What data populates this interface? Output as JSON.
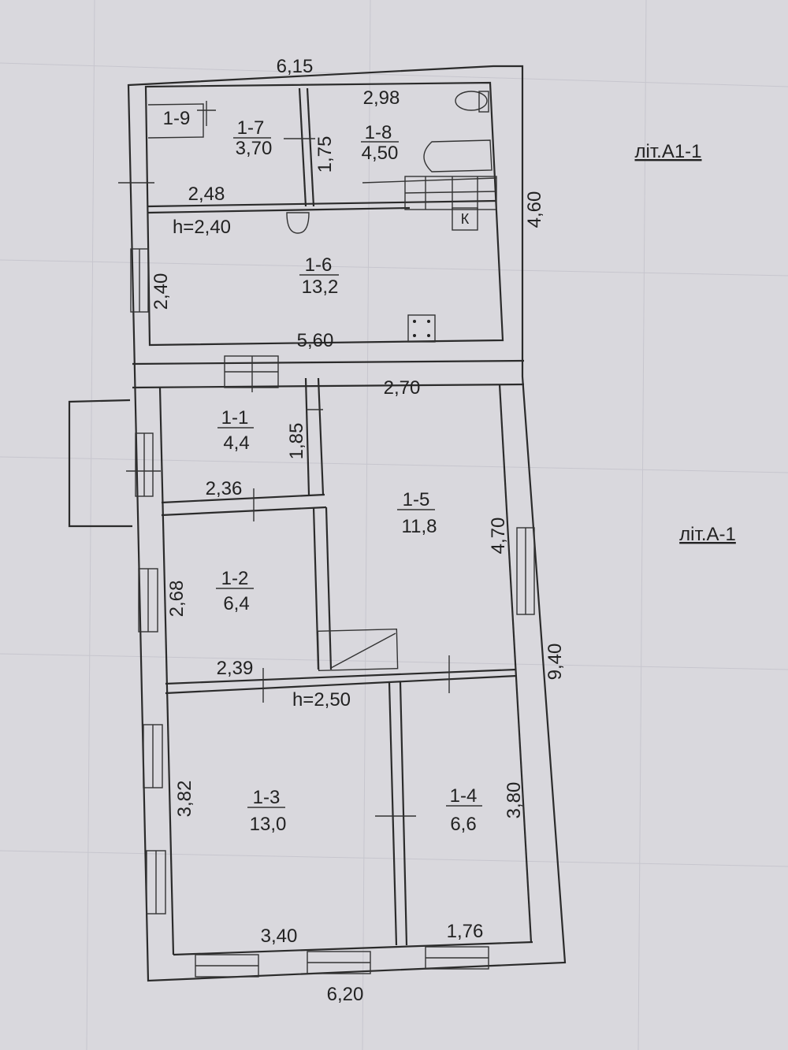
{
  "labels": {
    "lit_a1": "літ.А1-1",
    "lit_a": "літ.А-1"
  },
  "rooms": {
    "r1_9": {
      "id": "1-9",
      "area": ""
    },
    "r1_7": {
      "id": "1-7",
      "area": "3,70"
    },
    "r1_8": {
      "id": "1-8",
      "area": "4,50"
    },
    "r1_6": {
      "id": "1-6",
      "area": "13,2"
    },
    "r1_1": {
      "id": "1-1",
      "area": "4,4"
    },
    "r1_5": {
      "id": "1-5",
      "area": "11,8"
    },
    "r1_2": {
      "id": "1-2",
      "area": "6,4"
    },
    "r1_3": {
      "id": "1-3",
      "area": "13,0"
    },
    "r1_4": {
      "id": "1-4",
      "area": "6,6"
    }
  },
  "dimensions": {
    "top_width": "6,15",
    "bath_width": "2,98",
    "r17_width": "2,48",
    "r17_height": "1,75",
    "a1_height": "4,60",
    "a1_ceiling": "h=2,40",
    "r16_height": "2,40",
    "r16_width": "5,60",
    "r15_width": "2,70",
    "r11_height": "1,85",
    "r11_width": "2,36",
    "r15_height": "4,70",
    "r12_height": "2,68",
    "r12_width": "2,39",
    "a_ceiling": "h=2,50",
    "total_height": "9,40",
    "r13_height": "3,82",
    "r14_height": "3,80",
    "r13_width": "3,40",
    "r14_width": "1,76",
    "bottom_width": "6,20"
  },
  "fixtures": {
    "boiler_mark": "К"
  },
  "colors": {
    "paper": "#d9d8dd",
    "ink": "#2b2b2b",
    "grid": "#c7c6ce"
  }
}
